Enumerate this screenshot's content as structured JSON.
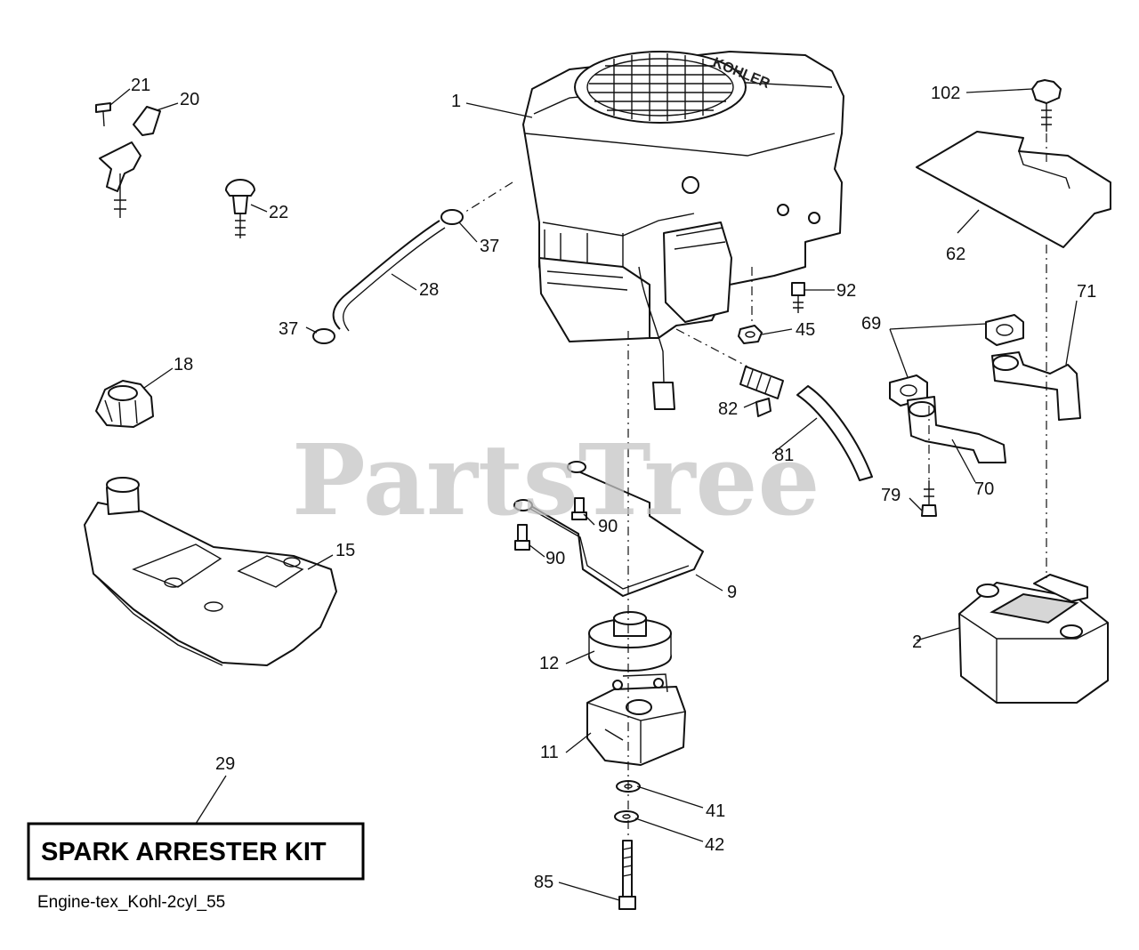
{
  "watermark": "PartsTree",
  "kit_label": "SPARK ARRESTER KIT",
  "diagram_ref": "Engine-tex_Kohl-2cyl_55",
  "engine_badge": "KOHLER",
  "callouts": {
    "c1": "1",
    "c2": "2",
    "c9": "9",
    "c11": "11",
    "c12": "12",
    "c15": "15",
    "c18": "18",
    "c20": "20",
    "c21": "21",
    "c22": "22",
    "c28": "28",
    "c29": "29",
    "c37a": "37",
    "c37b": "37",
    "c41": "41",
    "c42": "42",
    "c45": "45",
    "c62": "62",
    "c69": "69",
    "c70": "70",
    "c71": "71",
    "c79": "79",
    "c81": "81",
    "c82": "82",
    "c85": "85",
    "c90a": "90",
    "c90b": "90",
    "c92": "92",
    "c102": "102"
  }
}
